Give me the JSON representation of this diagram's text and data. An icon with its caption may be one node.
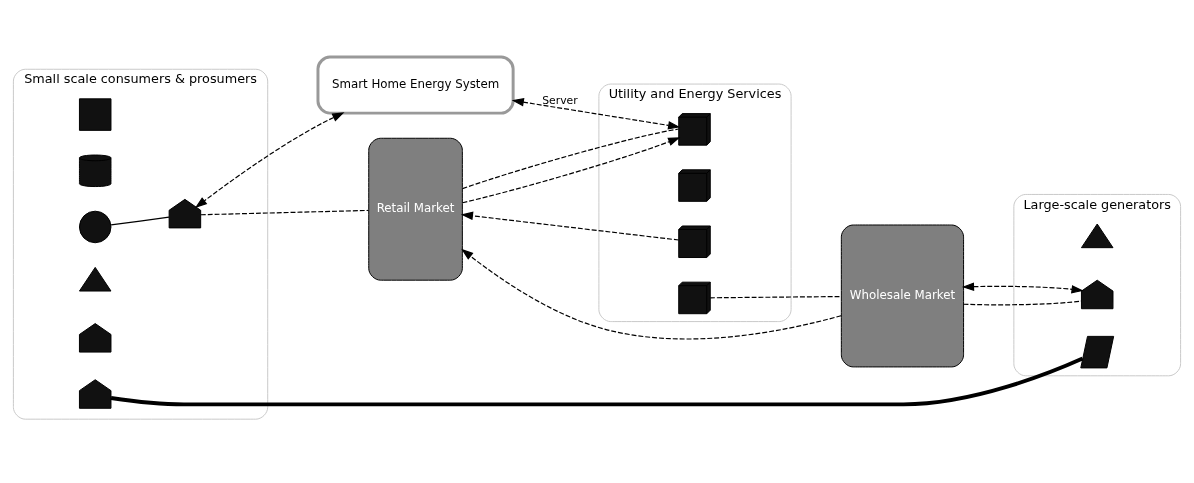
{
  "diagram": {
    "nodes": [
      {
        "text": [
          "Smart Home Energy System"
        ]
      },
      {
        "text": [
          "Utility and Energy Services"
        ]
      },
      {
        "text": [],
        "shape": "building",
        "in": 1
      },
      {
        "text": [],
        "shape": "building",
        "in": 1
      },
      {
        "text": [],
        "shape": "building",
        "in": 1
      },
      {
        "text": [],
        "shape": "building",
        "in": 1
      },
      {
        "text": [
          "Retail Market"
        ]
      },
      {
        "text": [
          "Wholesale Market"
        ]
      },
      {
        "text": [
          "Large-scale generators"
        ]
      },
      {
        "text": [],
        "shape": "turbine",
        "in": 8
      },
      {
        "text": [],
        "shape": "factory",
        "in": 8
      },
      {
        "text": [],
        "shape": "panel",
        "in": 8
      },
      {
        "text": [
          "Small scale consumers & prosumers"
        ]
      },
      {
        "text": [],
        "shape": "car",
        "in": 12
      },
      {
        "text": [],
        "shape": "battery",
        "in": 12
      },
      {
        "text": [],
        "shape": "bulb",
        "in": 12
      },
      {
        "text": [],
        "shape": "turbine",
        "in": 12
      },
      {
        "text": [],
        "shape": "house",
        "in": 12
      },
      {
        "text": [],
        "shape": "house",
        "in": 12
      },
      {
        "text": [],
        "shape": "house",
        "in": 12
      }
    ],
    "edges": [
      {
        "from": 0,
        "to": 2,
        "arrow": "both",
        "label": "Server",
        "style": "dashed"
      },
      {
        "from": 6,
        "to": 2,
        "arrow": "to",
        "style": "dashed"
      },
      {
        "from": 0,
        "to": 18,
        "arrow": "both",
        "style": "dashed"
      },
      {
        "from": 15,
        "to": 18,
        "arrow": "none"
      },
      {
        "from": 18,
        "to": 6,
        "arrow": "none",
        "style": "dashed"
      },
      {
        "from": 6,
        "to": 2,
        "arrow": "none",
        "style": "dashed"
      },
      {
        "from": 4,
        "to": 6,
        "arrow": "to",
        "style": "dashed"
      },
      {
        "from": 7,
        "to": 6,
        "arrow": "to",
        "style": "dashed"
      },
      {
        "from": 5,
        "to": 7,
        "arrow": "none",
        "style": "dashed"
      },
      {
        "from": 7,
        "to": 10,
        "arrow": "none",
        "style": "dashed"
      },
      {
        "from": 7,
        "to": 10,
        "arrow": "both",
        "style": "dashed"
      },
      {
        "from": 19,
        "to": 11,
        "arrow": "none",
        "style": "thick"
      }
    ]
  }
}
